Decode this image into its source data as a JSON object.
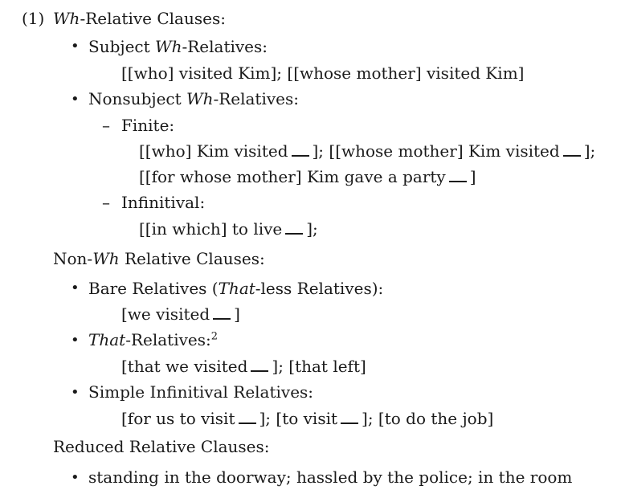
{
  "example_number": "(1)",
  "headings": {
    "wh": {
      "italic": "Wh",
      "rest": "-Relative Clauses:"
    },
    "nonwh": {
      "pre": "Non-",
      "italic": "Wh",
      "rest": " Relative Clauses:"
    },
    "reduced": "Reduced Relative Clauses:"
  },
  "wh": {
    "subject": {
      "label_pre": "Subject ",
      "label_italic": "Wh",
      "label_rest": "-Relatives:",
      "examples": "[[who] visited Kim]; [[whose mother] visited Kim]"
    },
    "nonsubject": {
      "label_pre": "Nonsubject ",
      "label_italic": "Wh",
      "label_rest": "-Relatives:",
      "finite": {
        "label": "Finite:",
        "line1_a": "[[who] Kim visited",
        "line1_b": "]; [[whose mother] Kim visited",
        "line1_c": "];",
        "line2_a": "[[for whose mother] Kim gave a party",
        "line2_b": "]"
      },
      "infinitival": {
        "label": "Infinitival:",
        "line_a": "[[in which] to live",
        "line_b": "];"
      }
    }
  },
  "nonwh": {
    "bare": {
      "label_a": "Bare Relatives (",
      "label_italic": "That",
      "label_b": "-less Relatives):",
      "example_a": "[we visited",
      "example_b": "]"
    },
    "that": {
      "label_italic": "That",
      "label_rest": "-Relatives:",
      "footnote": "2",
      "example_a": "[that we visited",
      "example_b": "]; [that left]"
    },
    "simple": {
      "label": "Simple Infinitival Relatives:",
      "example_a": "[for us to visit",
      "example_b": "]; [to visit",
      "example_c": "]; [to do the job]"
    }
  },
  "reduced": {
    "example": "standing in the doorway; hassled by the police; in the room"
  }
}
